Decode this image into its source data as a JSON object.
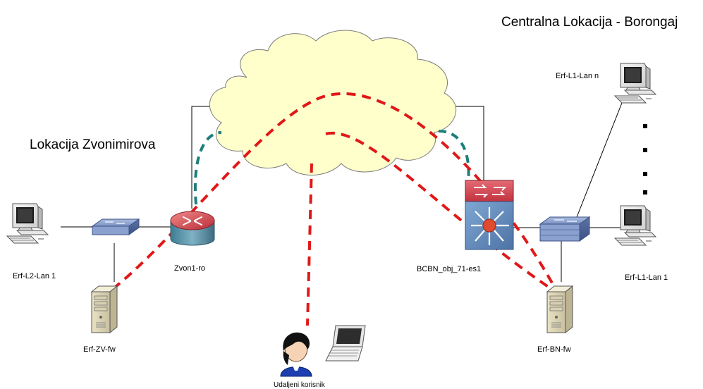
{
  "locations": {
    "central": "Centralna Lokacija - Borongaj",
    "zvonimirova": "Lokacija Zvonimirova"
  },
  "nodes": {
    "erf_l2_lan1": "Erf-L2-Lan 1",
    "zvon1_ro": "Zvon1-ro",
    "erf_zv_fw": "Erf-ZV-fw",
    "remote_user": "Udaljeni korisnik",
    "bcbn": "BCBN_obj_71-es1",
    "erf_l1_lan_n": "Erf-L1-Lan n",
    "erf_l1_lan1": "Erf-L1-Lan 1",
    "erf_bn_fw": "Erf-BN-fw"
  },
  "icons": {
    "cloud": "internet-cloud-icon",
    "pc": "desktop-pc-icon",
    "switch": "network-switch-icon",
    "router": "router-icon",
    "server": "server-tower-icon",
    "layer3_switch": "multilayer-switch-icon",
    "laptop": "laptop-icon",
    "user": "user-person-icon"
  },
  "colors": {
    "vpn_tunnel": "#e01818",
    "wan_link": "#1d7f7a",
    "cloud_fill": "#ffffcc",
    "router": "#c8474f",
    "switch": "#6f86b8"
  }
}
